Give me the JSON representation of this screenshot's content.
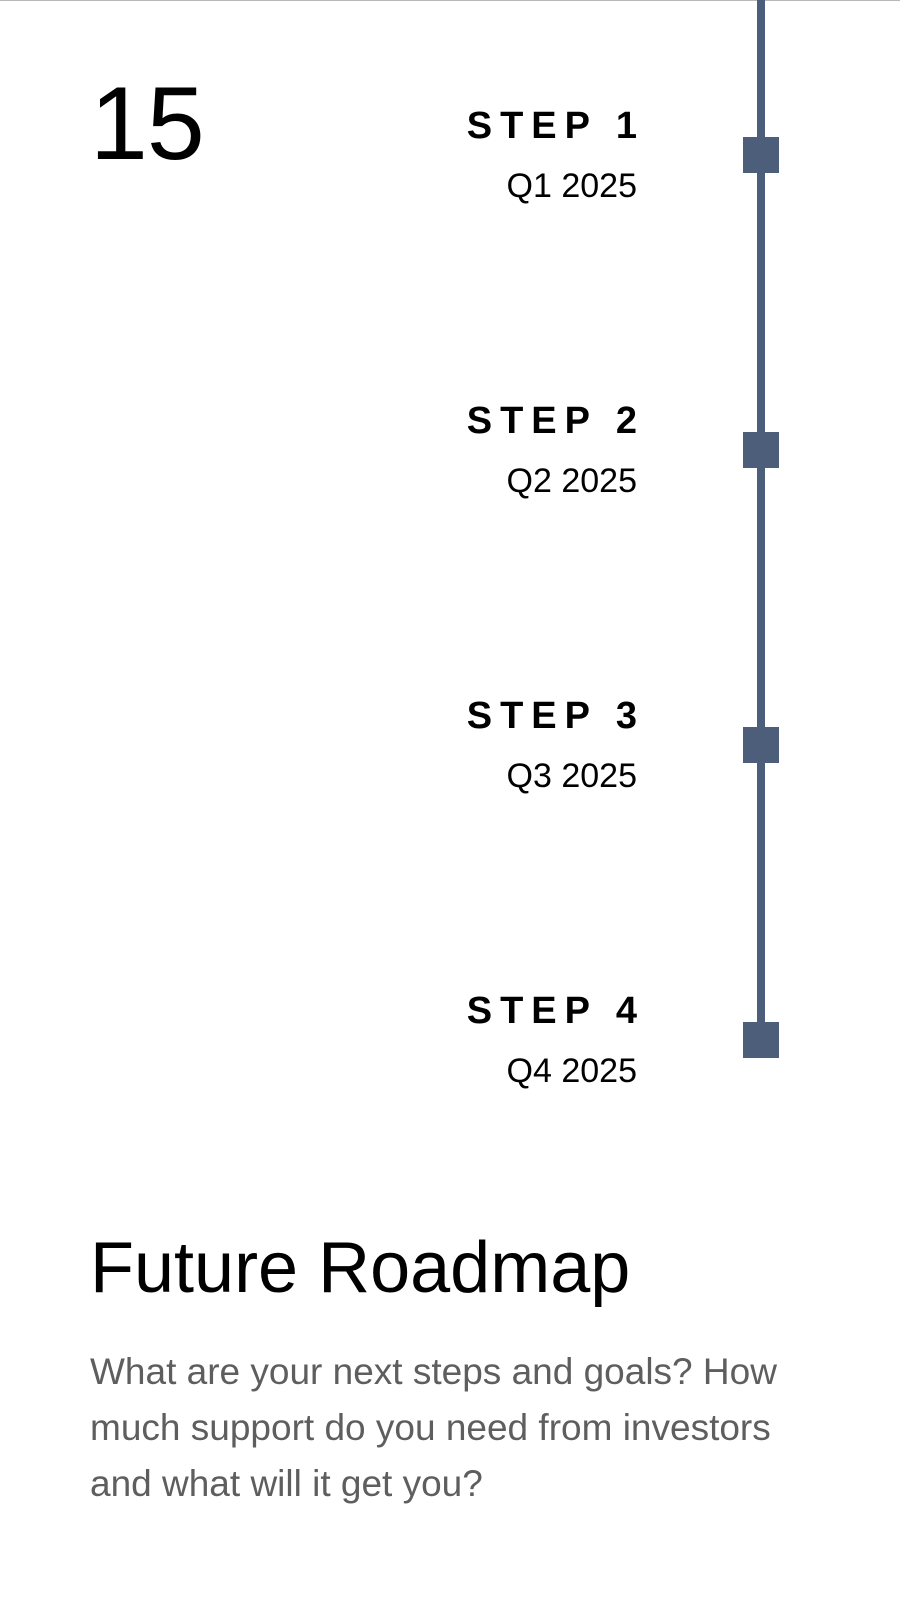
{
  "slide": {
    "number": "15"
  },
  "timeline": {
    "color": "#4d5e7a",
    "steps": [
      {
        "title": "STEP 1",
        "date": "Q1 2025"
      },
      {
        "title": "STEP 2",
        "date": "Q2 2025"
      },
      {
        "title": "STEP 3",
        "date": "Q3 2025"
      },
      {
        "title": "STEP 4",
        "date": "Q4 2025"
      }
    ]
  },
  "content": {
    "heading": "Future Roadmap",
    "description": "What are your next steps and goals? How much support do you need from investors and what will it get you?"
  }
}
